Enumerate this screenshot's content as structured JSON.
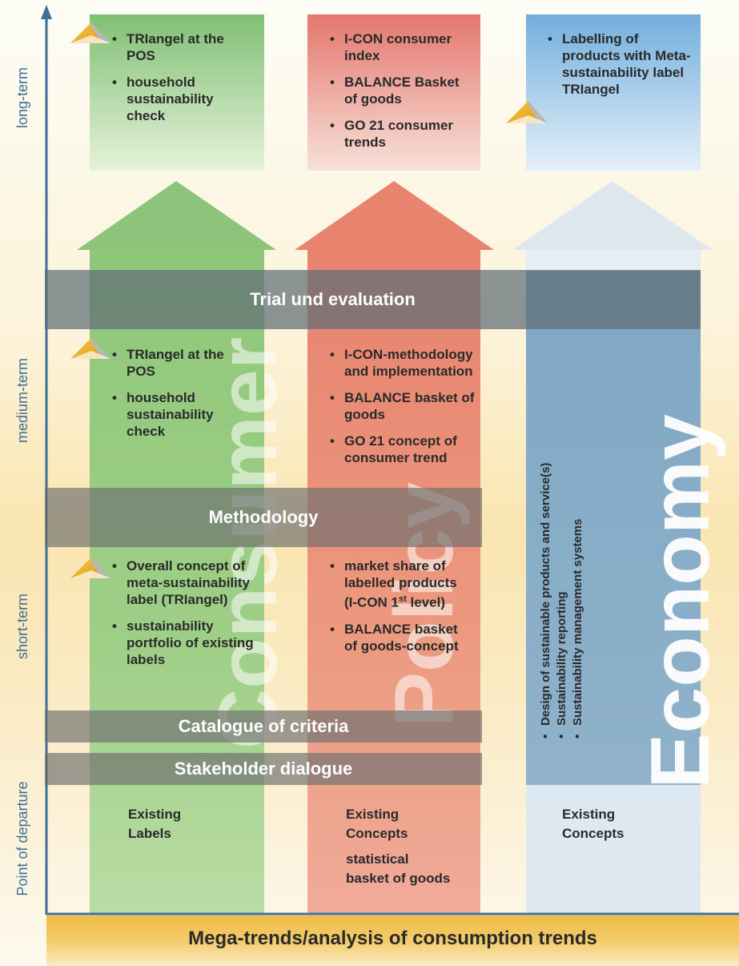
{
  "time_axis": {
    "long_term": "long-term",
    "medium_term": "medium-term",
    "short_term": "short-term",
    "point_of_departure": "Point of departure"
  },
  "bands": {
    "trial": "Trial und evaluation",
    "methodology": "Methodology",
    "catalogue": "Catalogue of criteria",
    "stakeholder": "Stakeholder dialogue"
  },
  "columns": {
    "consumer": {
      "title": "Consumer",
      "color": "#9fcf87",
      "long_term": [
        "TRIangel at the POS",
        "household sustainability check"
      ],
      "medium_term": [
        "TRIangel at the POS",
        "household sustainability check"
      ],
      "short_term": [
        "Overall concept of meta-sustainability label (TRIangel)",
        "sustainability portfolio of existing labels"
      ],
      "departure": [
        "Existing",
        "Labels"
      ]
    },
    "policy": {
      "title": "Policy",
      "color": "#e6917a",
      "long_term": [
        "I-CON consumer index",
        "BALANCE Basket of goods",
        "GO 21 consumer trends"
      ],
      "medium_term": [
        "I-CON-methodology and implementation",
        "BALANCE basket of goods",
        "GO 21 concept of consumer trend"
      ],
      "short_term_1_text": "market share of labelled products (I-CON 1",
      "short_term_1_sup": "st",
      "short_term_1_tail": " level)",
      "short_term_2": "BALANCE basket of goods-concept",
      "departure": [
        "Existing",
        "Concepts"
      ],
      "departure_extra": [
        "statistical",
        "basket of goods"
      ]
    },
    "economy": {
      "title": "Economy",
      "color": "#8fb0c8",
      "long_term": [
        "Labelling of products with Meta-sustainability label TRIangel"
      ],
      "short_term": [
        "Design of sustainable products and service(s)",
        "Sustainability reporting",
        "Sustainability management systems"
      ],
      "departure": [
        "Existing",
        "Concepts"
      ]
    }
  },
  "footer": "Mega-trends/analysis of consumption trends",
  "icons": [
    "triangle-logo-icon"
  ]
}
